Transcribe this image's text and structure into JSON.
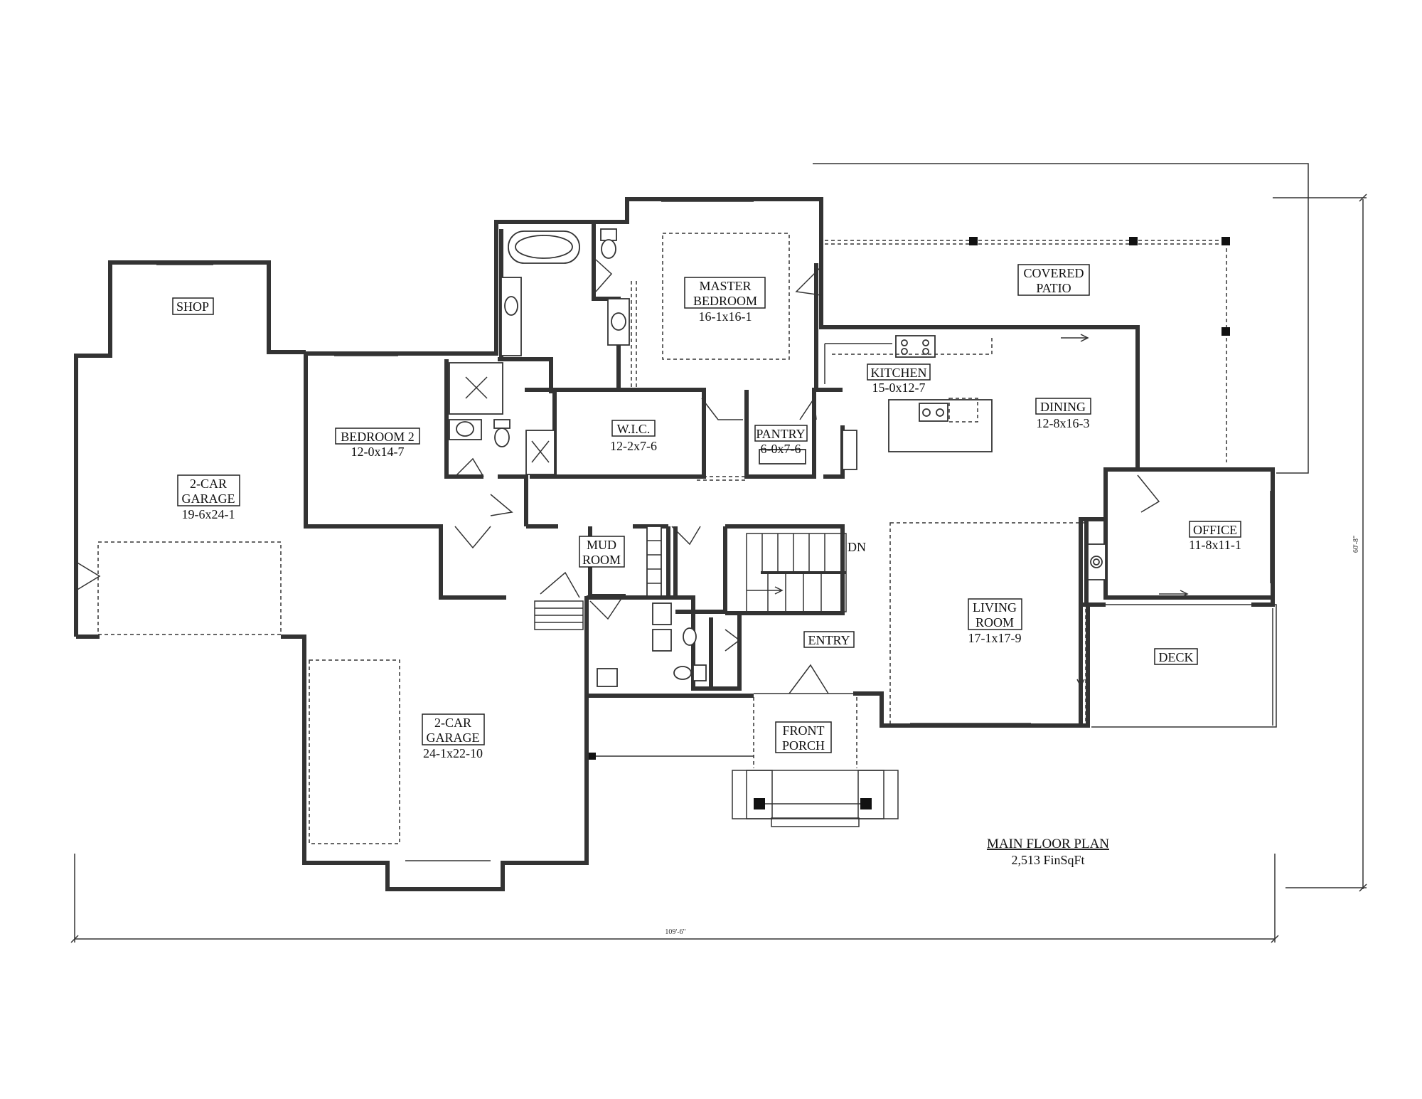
{
  "rooms": {
    "shop": {
      "line1": "SHOP"
    },
    "garage_left": {
      "line1": "2-CAR",
      "line2": "GARAGE",
      "size": "19-6x24-1"
    },
    "bedroom2": {
      "line1": "BEDROOM 2",
      "size": "12-0x14-7"
    },
    "master": {
      "line1": "MASTER",
      "line2": "BEDROOM",
      "size": "16-1x16-1"
    },
    "wic": {
      "line1": "W.I.C.",
      "size": "12-2x7-6"
    },
    "pantry": {
      "line1": "PANTRY",
      "size": "6-0x7-6"
    },
    "kitchen": {
      "line1": "KITCHEN",
      "size": "15-0x12-7"
    },
    "dining": {
      "line1": "DINING",
      "size": "12-8x16-3"
    },
    "covered_patio": {
      "line1": "COVERED",
      "line2": "PATIO"
    },
    "office": {
      "line1": "OFFICE",
      "size": "11-8x11-1"
    },
    "deck": {
      "line1": "DECK"
    },
    "living": {
      "line1": "LIVING",
      "line2": "ROOM",
      "size": "17-1x17-9"
    },
    "entry": {
      "line1": "ENTRY"
    },
    "mud_room": {
      "line1": "MUD",
      "line2": "ROOM"
    },
    "garage_main": {
      "line1": "2-CAR",
      "line2": "GARAGE",
      "size": "24-1x22-10"
    },
    "front_porch": {
      "line1": "FRONT",
      "line2": "PORCH"
    }
  },
  "stairs": {
    "label": "DN"
  },
  "plan_title": {
    "title": "MAIN FLOOR PLAN",
    "area": "2,513 FinSqFt"
  },
  "dimensions": {
    "width": "109'-6\"",
    "depth": "60'-8\""
  }
}
